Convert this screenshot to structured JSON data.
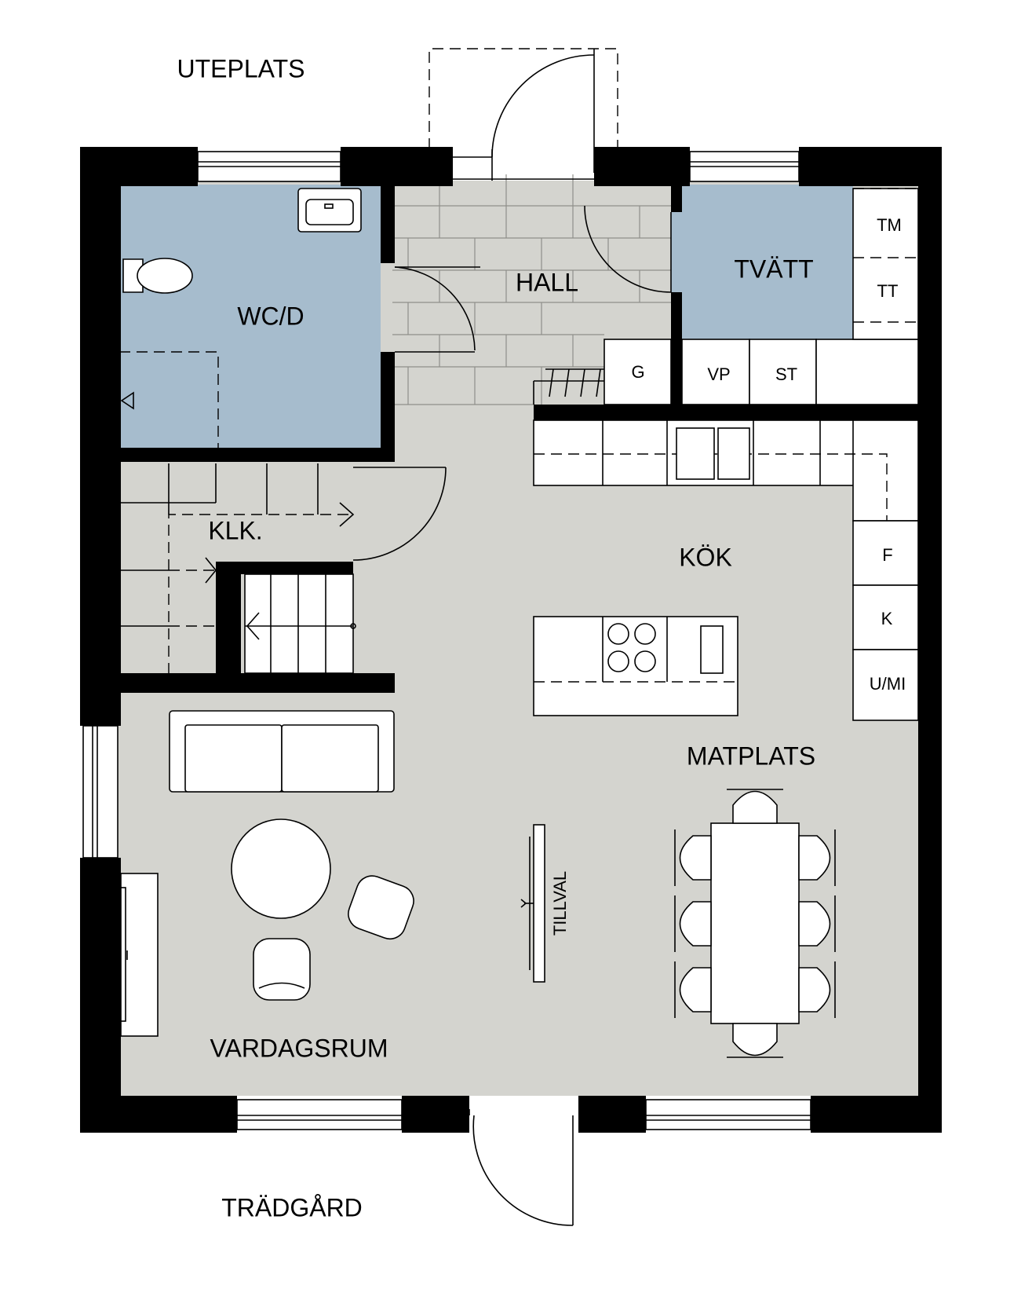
{
  "colors": {
    "wall": "#000000",
    "floor": "#d4d4cf",
    "wet_room": "#a6bccd",
    "hall_tile": "#d4d4cf",
    "background": "#ffffff"
  },
  "outdoor": {
    "uteplats": "UTEPLATS",
    "tradgard": "TRÄDGÅRD"
  },
  "rooms": {
    "wcd": "WC/D",
    "hall": "HALL",
    "tvatt": "TVÄTT",
    "klk": "KLK.",
    "kok": "KÖK",
    "matplats": "MATPLATS",
    "vardagsrum": "VARDAGSRUM"
  },
  "appliances": {
    "tm": "TM",
    "tt": "TT",
    "g": "G",
    "vp": "VP",
    "st": "ST",
    "f": "F",
    "k": "K",
    "umi": "U/MI"
  },
  "annotations": {
    "tillval": "TILLVAL"
  }
}
